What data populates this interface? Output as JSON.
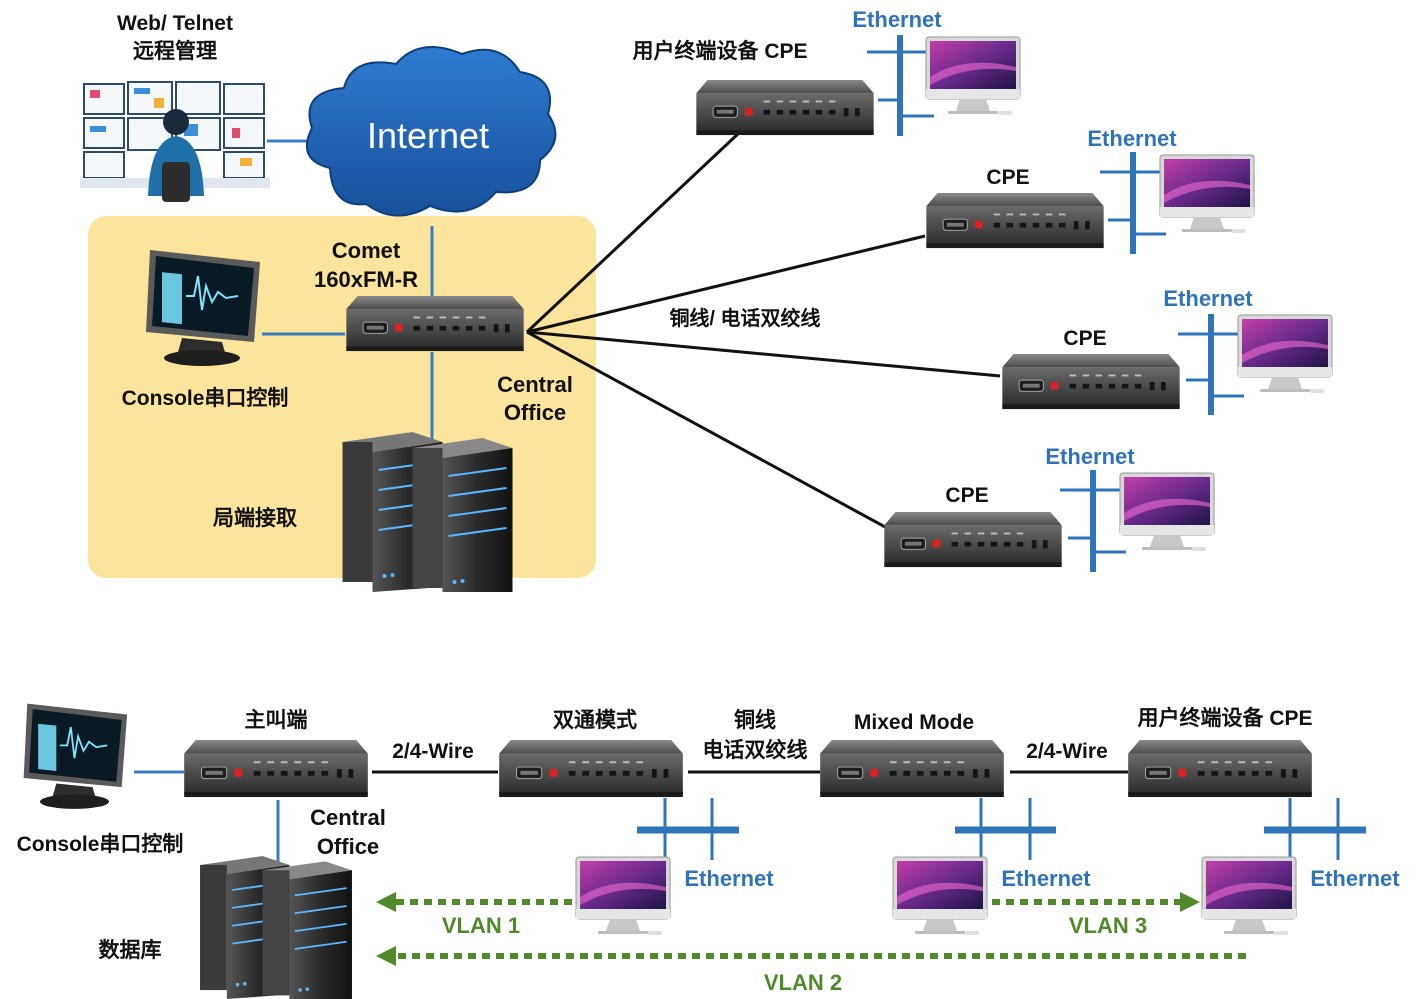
{
  "colors": {
    "ethernet_text": "#2f73b8",
    "ethernet_bus": "#2f73b8",
    "link_line": "#111111",
    "vlan": "#4e8a2a",
    "central_office_bg": "#fbe49c",
    "cloud": "#1d5fae"
  },
  "top": {
    "web_mgmt": {
      "line1": "Web/ Telnet",
      "line2": "远程管理"
    },
    "internet": "Internet",
    "comet": {
      "line1": "Comet",
      "line2": "160xFM-R"
    },
    "console": "Console串口控制",
    "central_office": {
      "line1": "Central",
      "line2": "Office"
    },
    "server": "局端接取",
    "copper": "铜线/ 电话双绞线",
    "cpe_first": "用户终端设备 CPE",
    "cpe": "CPE",
    "ethernet": "Ethernet"
  },
  "bottom": {
    "master": "主叫端",
    "wire": "2/4-Wire",
    "dual": "双通模式",
    "copper_l1": "铜线",
    "copper_l2": "电话双绞线",
    "mixed": "Mixed Mode",
    "cpe": "用户终端设备 CPE",
    "console": "Console串口控制",
    "central_office": {
      "line1": "Central",
      "line2": "Office"
    },
    "database": "数据库",
    "ethernet": "Ethernet",
    "vlan1": "VLAN 1",
    "vlan2": "VLAN 2",
    "vlan3": "VLAN 3"
  },
  "icons": [
    "monitoring-wall-icon",
    "internet-cloud-icon",
    "modem-device-icon",
    "computer-monitor-icon",
    "server-rack-icon",
    "console-monitor-icon"
  ]
}
